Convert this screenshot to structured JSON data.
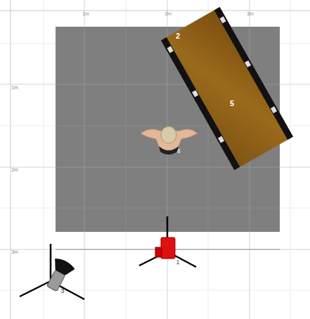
{
  "diagram": {
    "labels": [
      "1m",
      "2m",
      "3m",
      "1m",
      "2m",
      "3m",
      "2",
      "5",
      "4",
      "1",
      "3"
    ]
  }
}
